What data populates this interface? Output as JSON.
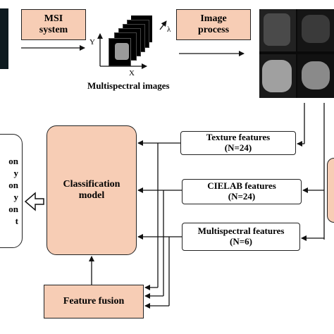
{
  "boxes": {
    "msi": [
      "MSI",
      "system"
    ],
    "image_process": [
      "Image",
      "process"
    ],
    "classification": [
      "Classification",
      "model"
    ],
    "feature_fusion": "Feature fusion",
    "texture": [
      "Texture features",
      "(N=24)"
    ],
    "cielab": [
      "CIELAB features",
      "(N=24)"
    ],
    "multispectral": [
      "Multispectral features",
      "(N=6)"
    ]
  },
  "cube": {
    "caption": "Multispectral images",
    "axis_x": "X",
    "axis_y": "Y",
    "axis_lambda": "λ"
  },
  "results_partial": [
    "on",
    "y",
    "on",
    "y",
    "on",
    "t"
  ],
  "colors": {
    "peach": "#f7cdb5",
    "border": "#222222",
    "arrow": "#111111"
  }
}
